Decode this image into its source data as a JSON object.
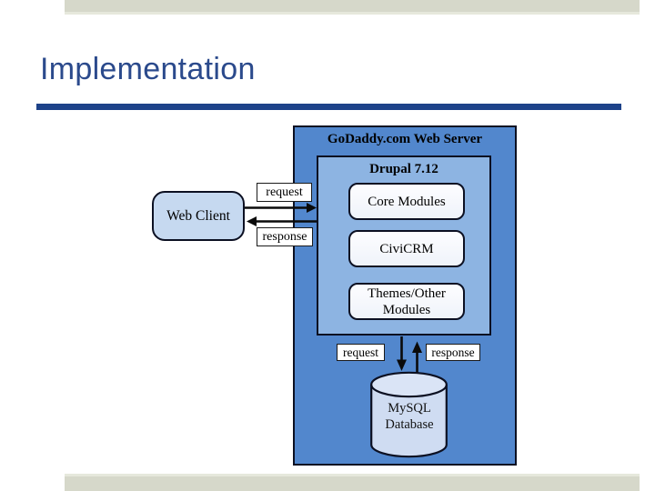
{
  "slide": {
    "title": "Implementation"
  },
  "diagram": {
    "server": {
      "label": "GoDaddy.com Web Server"
    },
    "drupal": {
      "label": "Drupal 7.12"
    },
    "modules": [
      {
        "label": "Core Modules"
      },
      {
        "label": "CiviCRM"
      },
      {
        "label": "Themes/Other Modules"
      }
    ],
    "client": {
      "label": "Web Client"
    },
    "database": {
      "label": "MySQL Database"
    },
    "connections": [
      {
        "from": "Web Client",
        "to": "Drupal 7.12",
        "label": "request"
      },
      {
        "from": "Drupal 7.12",
        "to": "Web Client",
        "label": "response"
      },
      {
        "from": "Drupal 7.12",
        "to": "MySQL Database",
        "label": "request"
      },
      {
        "from": "MySQL Database",
        "to": "Drupal 7.12",
        "label": "response"
      }
    ]
  },
  "colors": {
    "title_text": "#2b4a8c",
    "title_rule": "#1d4289",
    "accent_strip": "#d6d8ca",
    "accent_strip_light": "#e6e8dc",
    "server_fill": "#5287cd",
    "drupal_fill": "#8db4e2",
    "client_fill": "#c6d9f0",
    "db_fill": "#cfdcf2",
    "db_top_fill": "#dae4f6",
    "module_fill": "#fdfdff",
    "label_bg": "#ffffff",
    "stroke": "#0c1022"
  }
}
